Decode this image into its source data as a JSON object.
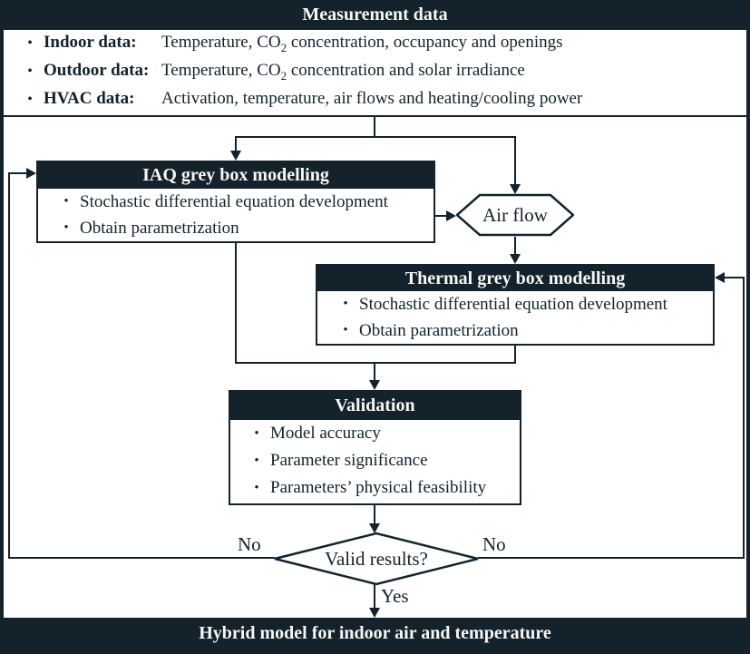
{
  "colors": {
    "dark": "#13222b",
    "white": "#ffffff"
  },
  "measurement": {
    "title": "Measurement data",
    "bullet": "•",
    "items": [
      {
        "label": "Indoor data:",
        "desc_pre": "Temperature, CO",
        "sub": "2",
        "desc_post": " concentration, occupancy and openings"
      },
      {
        "label": "Outdoor data:",
        "desc_pre": "Temperature, CO",
        "sub": "2",
        "desc_post": " concentration and solar irradiance"
      },
      {
        "label": "HVAC data:",
        "desc_pre": "Activation, temperature, air flows and heating/cooling power",
        "sub": "",
        "desc_post": ""
      }
    ]
  },
  "iaq": {
    "title": "IAQ grey box modelling",
    "bullets": [
      "Stochastic differential equation development",
      "Obtain parametrization"
    ]
  },
  "air_flow": {
    "label": "Air flow"
  },
  "thermal": {
    "title": "Thermal grey box modelling",
    "bullets": [
      "Stochastic differential equation development",
      "Obtain parametrization"
    ]
  },
  "validation": {
    "title": "Validation",
    "bullets": [
      "Model accuracy",
      "Parameter significance",
      "Parameters’ physical feasibility"
    ]
  },
  "decision": {
    "label": "Valid results?",
    "no_left": "No",
    "no_right": "No",
    "yes": "Yes"
  },
  "output": {
    "title": "Hybrid model for indoor air and temperature"
  }
}
